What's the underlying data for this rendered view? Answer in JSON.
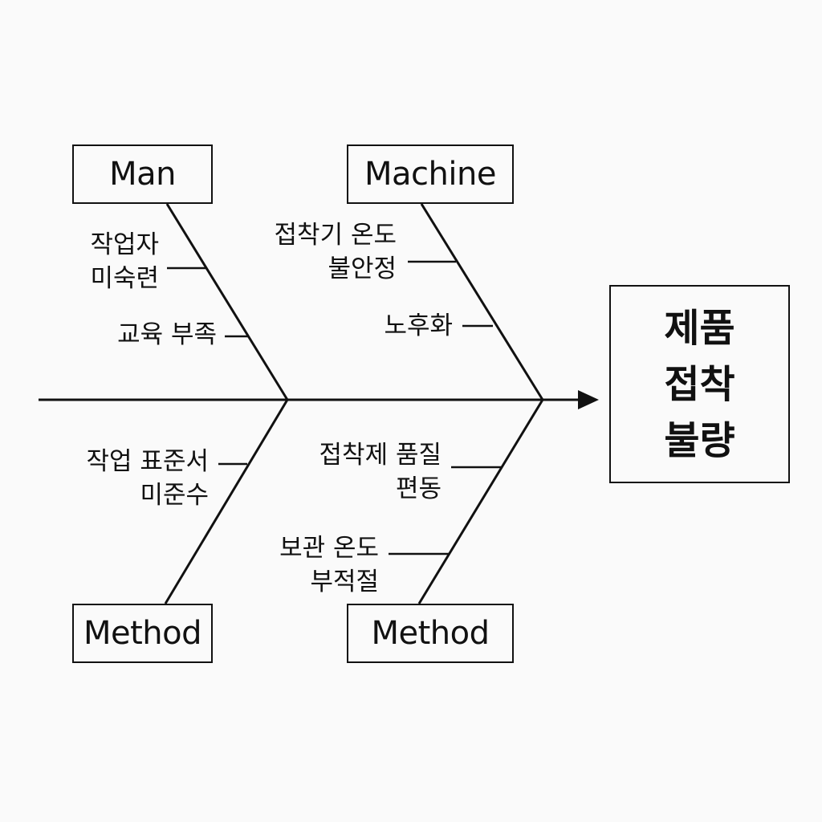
{
  "effect": {
    "label": "제품\n접착\n불량"
  },
  "categories": {
    "top_left": {
      "label": "Man",
      "causes": [
        "작업자\n미숙련",
        "교육 부족"
      ]
    },
    "top_right": {
      "label": "Machine",
      "causes": [
        "접착기 온도\n불안정",
        "노후화"
      ]
    },
    "bottom_left": {
      "label": "Method",
      "causes": [
        "작업 표준서\n미준수"
      ]
    },
    "bottom_right": {
      "label": "Method",
      "causes": [
        "접착제 품질\n편동",
        "보관 온도\n부적절"
      ]
    }
  },
  "colors": {
    "line": "#111111",
    "background": "#fafafa"
  }
}
